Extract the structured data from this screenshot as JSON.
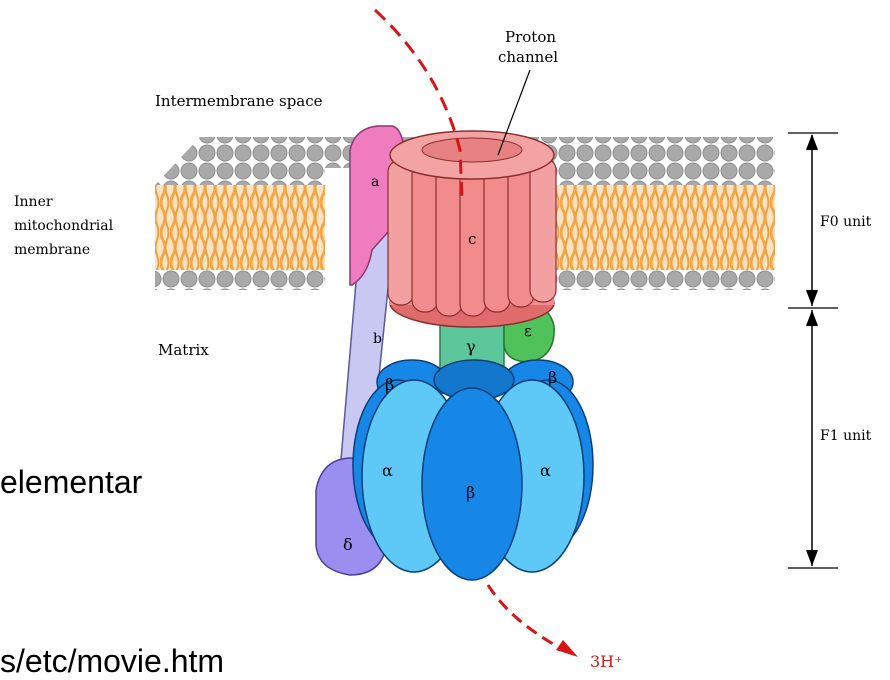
{
  "labels": {
    "proton_channel_line1": "Proton",
    "proton_channel_line2": "channel",
    "intermembrane_space": "Intermembrane space",
    "inner_line1": "Inner",
    "inner_line2": "mitochondrial",
    "inner_line3": "membrane",
    "matrix": "Matrix",
    "f0_unit": "F0 unit",
    "f1_unit": "F1 unit",
    "proton_out": "3H⁺"
  },
  "subunits": {
    "a": "a",
    "b": "b",
    "c": "c",
    "gamma": "γ",
    "epsilon": "ε",
    "delta": "δ",
    "alpha": "α",
    "beta": "β"
  },
  "slide": {
    "text_elementar": "elementar",
    "text_url_fragment": "s/etc/movie.htm"
  },
  "colors": {
    "membrane_head": "#a9a9a9",
    "lipid_tail": "#f5a646",
    "subunit_a": "#f07cc0",
    "subunit_b": "#c8c8f2",
    "subunit_c": "#f28c8c",
    "subunit_gamma": "#5cc79a",
    "subunit_epsilon": "#4fc25a",
    "subunit_delta": "#9a8ff0",
    "subunit_alpha": "#5ec8f6",
    "subunit_beta": "#1687e6",
    "proton_arrow": "#d81414"
  }
}
